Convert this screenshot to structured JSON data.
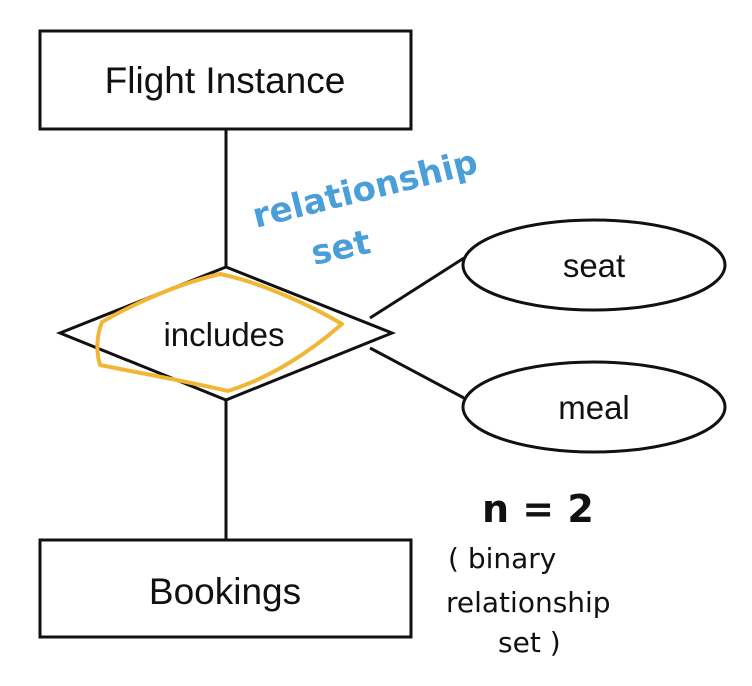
{
  "entities": {
    "flight_instance": "Flight Instance",
    "bookings": "Bookings"
  },
  "relationship": {
    "label": "includes"
  },
  "attributes": {
    "seat": "seat",
    "meal": "meal"
  },
  "annotations": {
    "relationship_set_line1": "relationship",
    "relationship_set_line2": "set",
    "n_equals": "n = 2",
    "binary_line1": "( binary",
    "binary_line2": "relationship",
    "binary_line3": "set )"
  },
  "colors": {
    "highlight": "#f2b635",
    "handwriting_blue": "#4a9fd8",
    "stroke": "#111111"
  }
}
